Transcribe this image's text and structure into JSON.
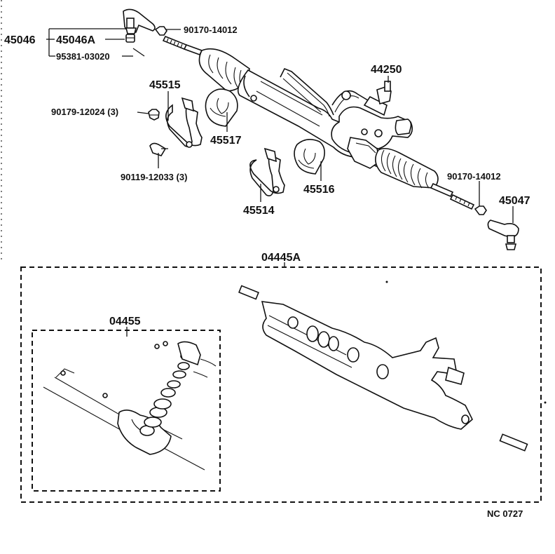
{
  "labels": {
    "p45046": "45046",
    "p45046A": "45046A",
    "p95381": "95381-03020",
    "p90170_top": "90170-14012",
    "p44250": "44250",
    "p45515": "45515",
    "p90179": "90179-12024 (3)",
    "p45517": "45517",
    "p90119": "90119-12033 (3)",
    "p45516": "45516",
    "p45514": "45514",
    "p90170_right": "90170-14012",
    "p45047": "45047",
    "p04445A": "04445A",
    "p04455": "04455",
    "code": "NC  0727"
  }
}
